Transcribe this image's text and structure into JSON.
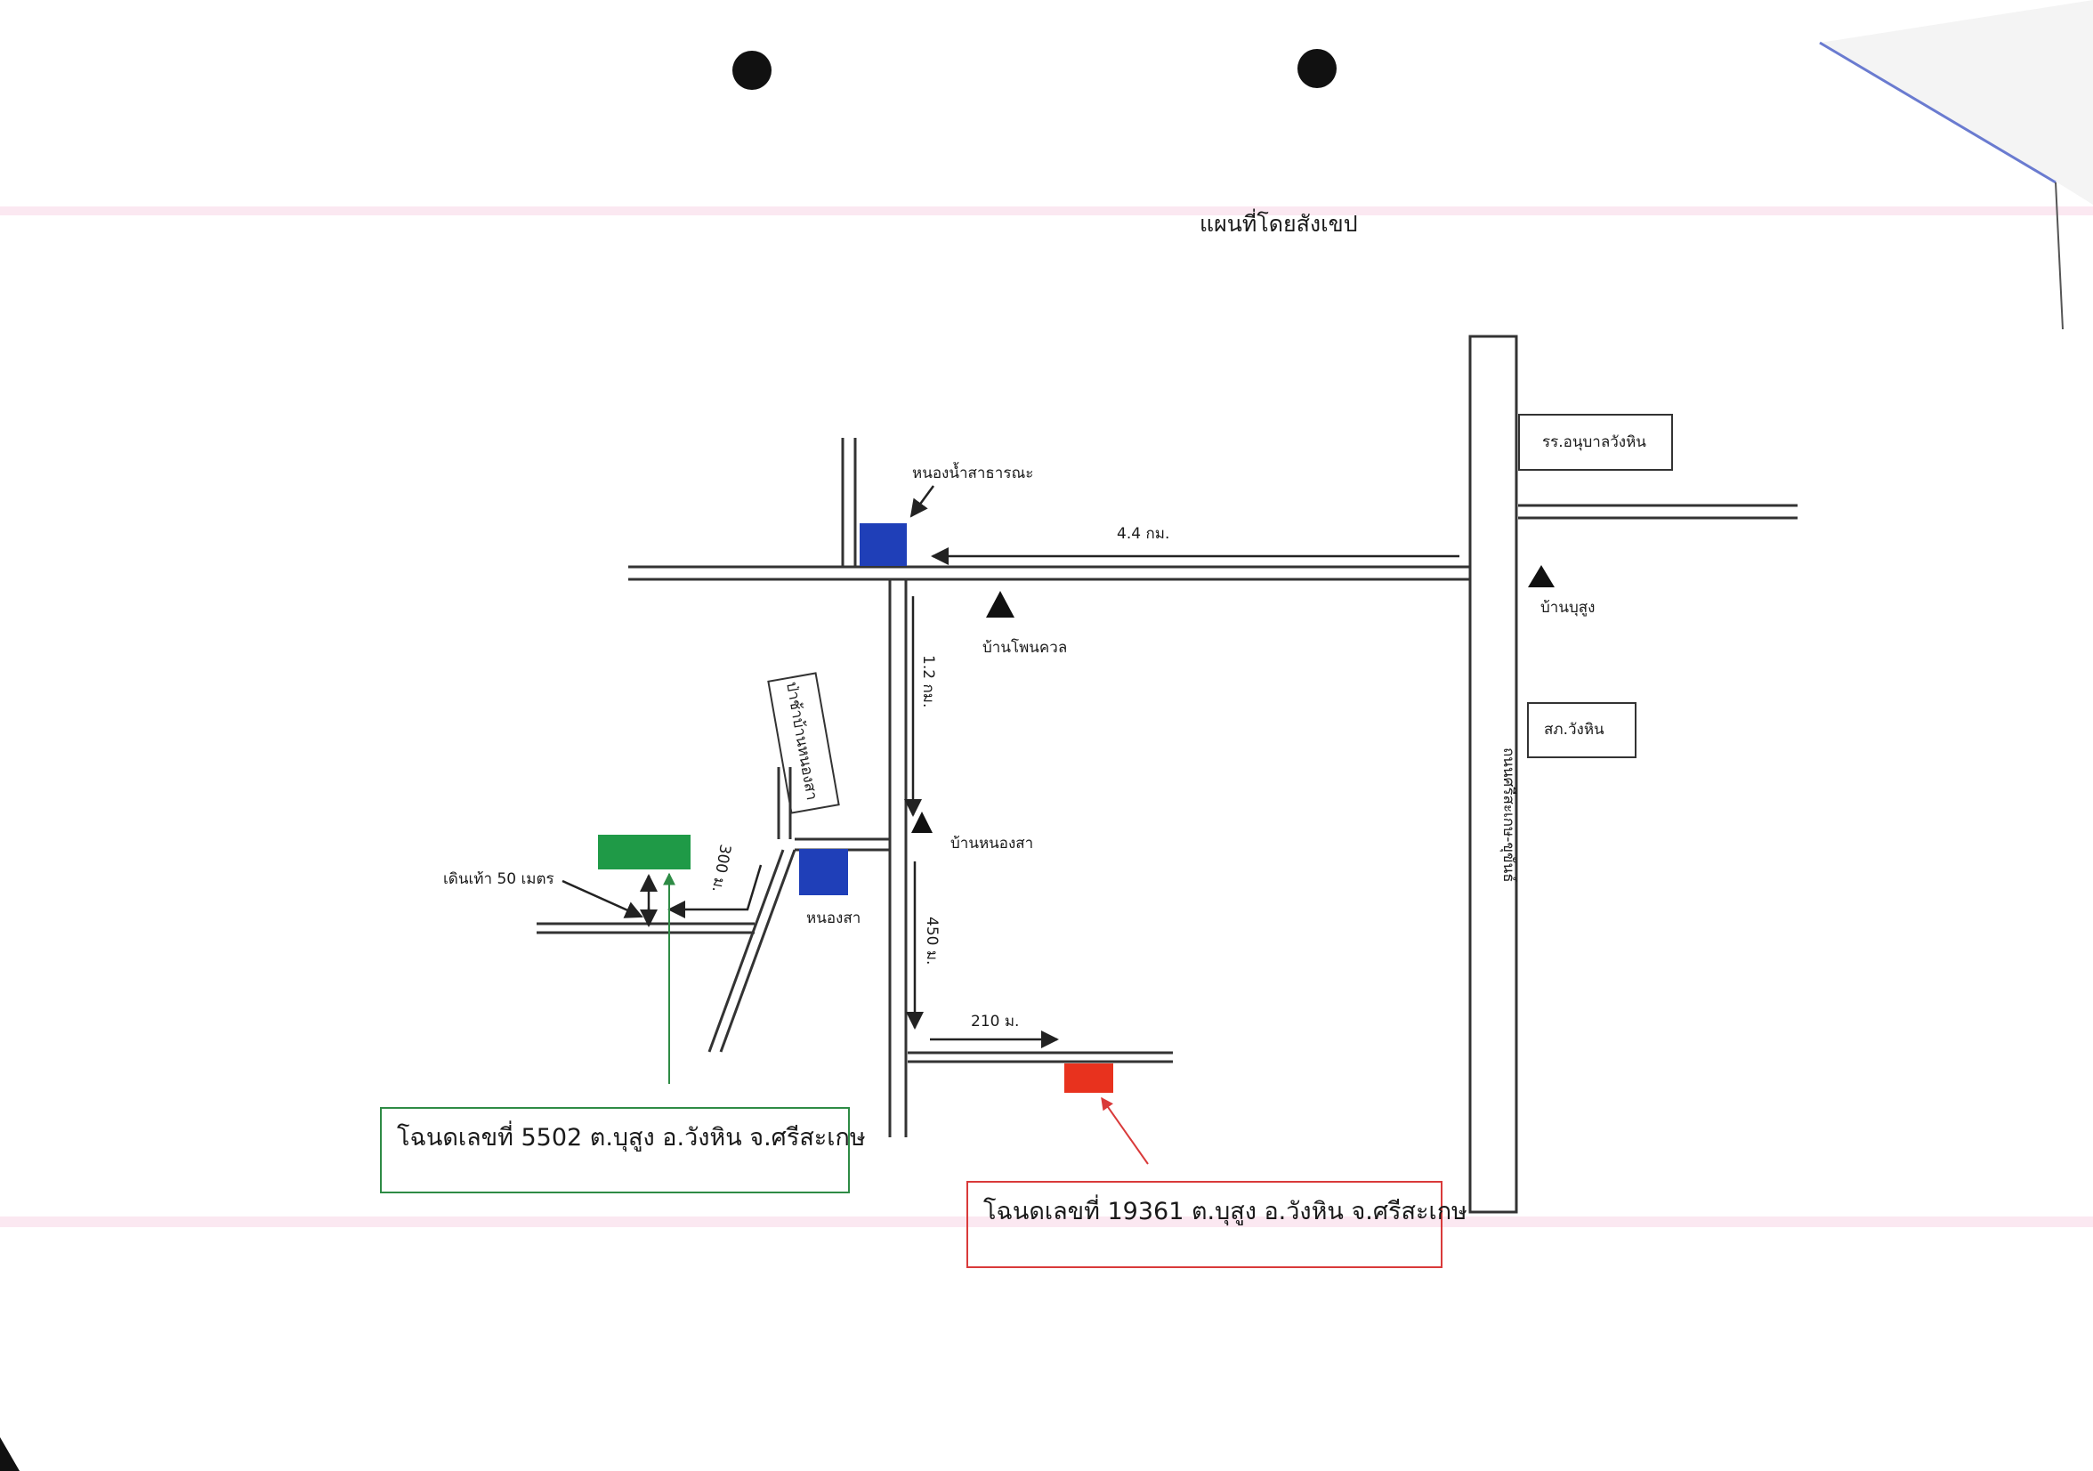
{
  "title": "แผนที่โดยสังเขป",
  "labels": {
    "public_pond": "หนองน้ำสาธารณะ",
    "distance_4_4km": "4.4 กม.",
    "ban_phon_khuan": "บ้านโพนควล",
    "ban_bu_sung": "บ้านบุสูง",
    "school": "รร.อนุบาลวังหิน",
    "police_station": "สภ.วังหิน",
    "highway": "ถนนศรีสะเกษ-ขุขันธ์",
    "distance_1_2km": "1.2 กม.",
    "ban_nong_sa": "บ้านหนองสา",
    "nong_sa": "หนองสา",
    "cemetery": "ป่าช้าบ้านหนองสา",
    "distance_300m": "300 ม.",
    "distance_450m": "450 ม.",
    "distance_210m": "210 ม.",
    "walk_50m": "เดินเท้า 50 เมตร"
  },
  "deeds": {
    "green": "โฉนดเลขที่ 5502 ต.บุสูง อ.วังหิน จ.ศรีสะเกษ",
    "red": "โฉนดเลขที่ 19361 ต.บุสูง อ.วังหิน จ.ศรีสะเกษ"
  },
  "colors": {
    "pond": "#1f3fb8",
    "green_plot": "#1f9a47",
    "red_plot": "#e8321e",
    "green_border": "#2e8b45",
    "red_border": "#d93a3a",
    "road": "#333333"
  }
}
